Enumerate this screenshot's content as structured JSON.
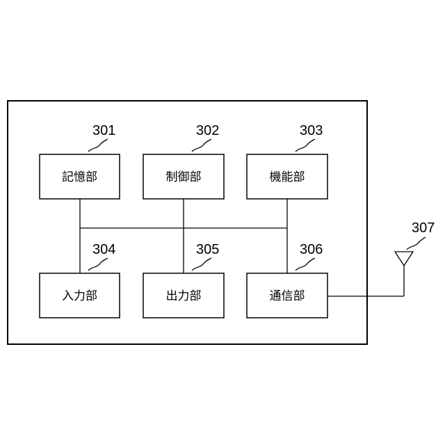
{
  "diagram": {
    "outer_frame": {},
    "blocks": [
      {
        "id": "storage",
        "label": "記憶部",
        "ref": "301"
      },
      {
        "id": "control",
        "label": "制御部",
        "ref": "302"
      },
      {
        "id": "function",
        "label": "機能部",
        "ref": "303"
      },
      {
        "id": "input",
        "label": "入力部",
        "ref": "304"
      },
      {
        "id": "output",
        "label": "出力部",
        "ref": "305"
      },
      {
        "id": "communication",
        "label": "通信部",
        "ref": "306"
      }
    ],
    "antenna": {
      "ref": "307"
    }
  },
  "colors": {
    "stroke": "#000000",
    "background": "#ffffff"
  }
}
